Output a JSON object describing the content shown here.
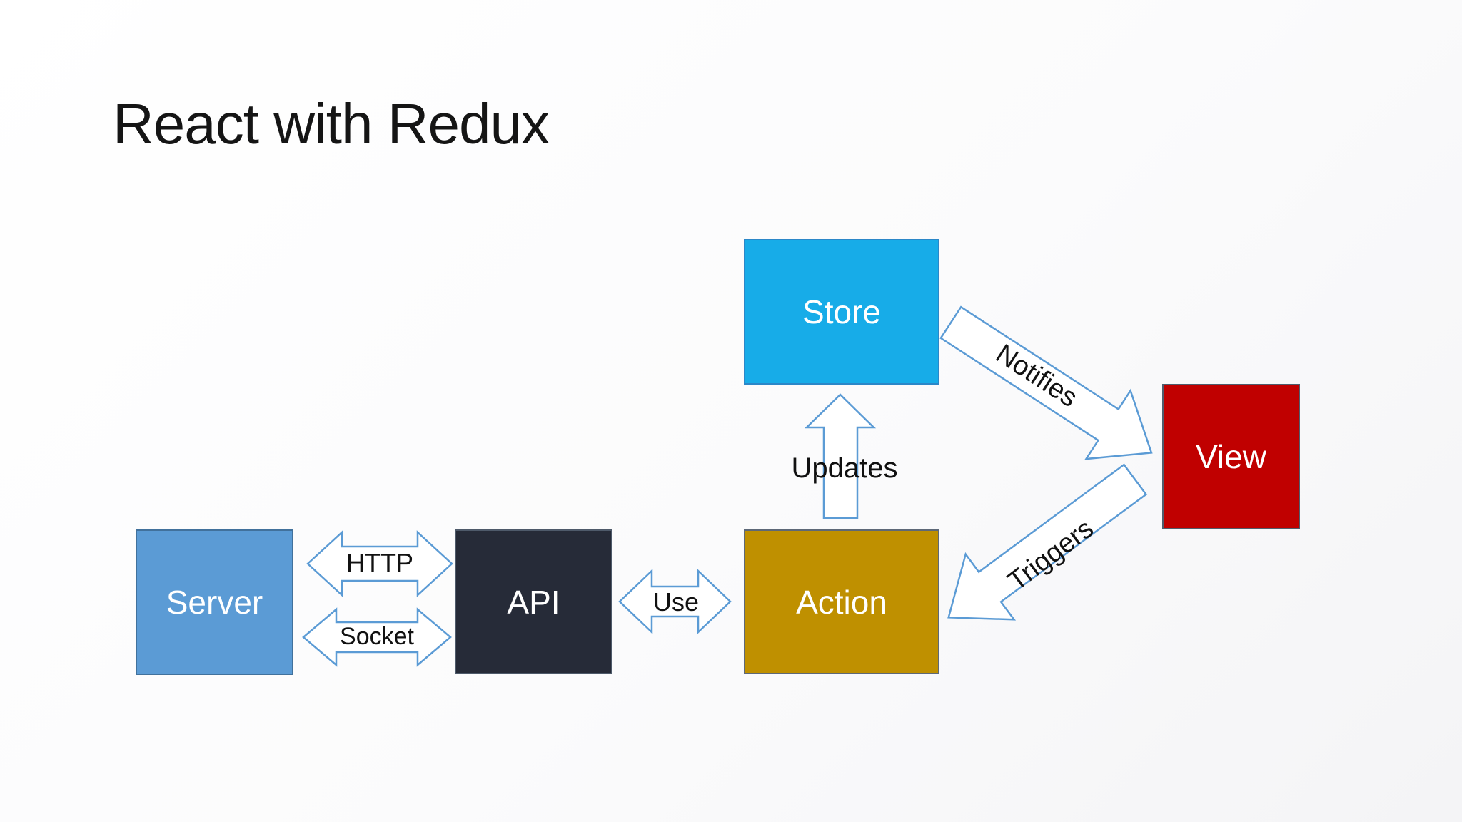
{
  "slide": {
    "title": "React with Redux"
  },
  "diagram": {
    "boxes": [
      {
        "id": "store",
        "label": "Store"
      },
      {
        "id": "view",
        "label": "View"
      },
      {
        "id": "action",
        "label": "Action"
      },
      {
        "id": "api",
        "label": "API"
      },
      {
        "id": "server",
        "label": "Server"
      }
    ],
    "arrows": [
      {
        "id": "notifies",
        "label": "Notifies",
        "from": "Store",
        "to": "View"
      },
      {
        "id": "triggers",
        "label": "Triggers",
        "from": "View",
        "to": "Action"
      },
      {
        "id": "updates",
        "label": "Updates",
        "from": "Action",
        "to": "Store"
      },
      {
        "id": "use",
        "label": "Use",
        "from": "API",
        "to": "Action",
        "direction": "bidirectional"
      },
      {
        "id": "http",
        "label": "HTTP",
        "from": "Server",
        "to": "API",
        "direction": "bidirectional"
      },
      {
        "id": "socket",
        "label": "Socket",
        "from": "Server",
        "to": "API",
        "direction": "bidirectional"
      }
    ]
  },
  "colors": {
    "background_top": "#ffffff",
    "background_bottom": "#f4f4f6",
    "title_color": "#151515",
    "label_color": "#111111",
    "arrow_stroke": "#5b9bd5",
    "arrow_fill": "#ffffff",
    "store_fill": "#17ace8",
    "store_border": "#2b87c8",
    "view_fill": "#c00000",
    "view_border": "#4f5d6d",
    "action_fill": "#bf9000",
    "action_border": "#5d6878",
    "api_fill": "#262b38",
    "api_border": "#4e5a6a",
    "server_fill": "#5b9bd5",
    "server_border": "#41719c"
  }
}
